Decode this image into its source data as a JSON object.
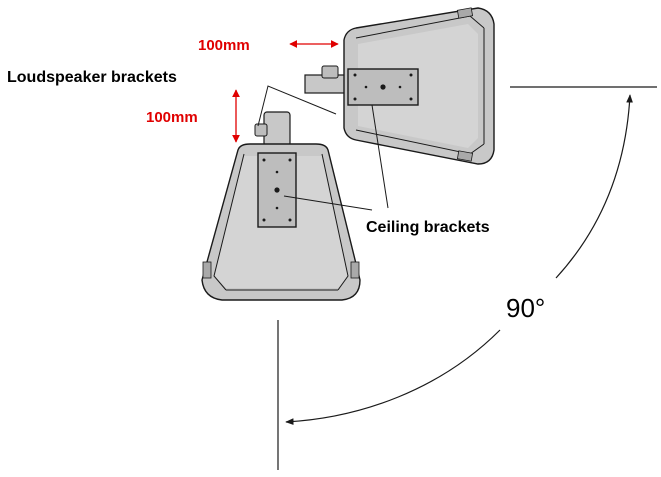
{
  "labels": {
    "dim_horizontal": "100mm",
    "dim_vertical": "100mm",
    "loudspeaker_brackets": "Loudspeaker brackets",
    "ceiling_brackets": "Ceiling brackets",
    "angle": "90°"
  },
  "colors": {
    "dimension_red": "#e00000",
    "speaker_fill": "#c8c8c8",
    "speaker_highlight": "#e3e3e3",
    "speaker_shadow": "#a9a9a9",
    "bracket_fill": "#bdbdbd",
    "outline": "#1a1a1a"
  }
}
